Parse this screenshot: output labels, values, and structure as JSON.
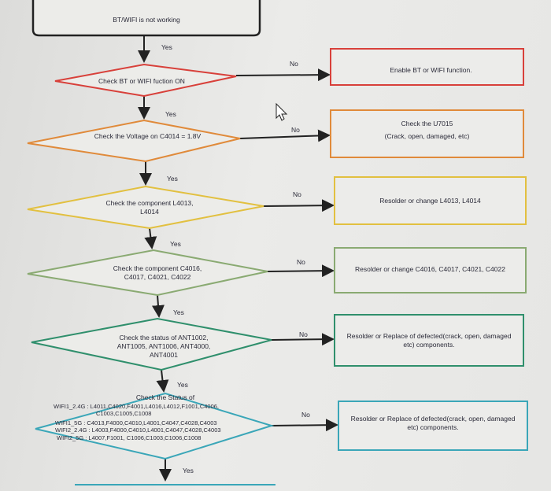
{
  "start": {
    "text": "BT/WIFI is not working"
  },
  "yes_label": "Yes",
  "no_label": "No",
  "steps": [
    {
      "decision": "Check BT or WIFI fuction ON",
      "action": "Enable BT or WIFI function.",
      "color": "#d8403a"
    },
    {
      "decision": "Check the Voltage on C4014 = 1.8V",
      "action_line1": "Check the U7015",
      "action_line2": "(Crack, open, damaged, etc)",
      "color": "#e08a3a"
    },
    {
      "decision": "Check the component L4013, L4014",
      "action": "Resolder or change L4013, L4014",
      "color": "#e2c040"
    },
    {
      "decision": "Check the component C4016, C4017, C4021, C4022",
      "action": "Resolder or change C4016, C4017, C4021, C4022",
      "color": "#8aaa72"
    },
    {
      "decision": "Check the status of ANT1002, ANT1005, ANT1006, ANT4000, ANT4001",
      "action": "Resolder or Replace of defected(crack, open, damaged etc) components.",
      "color": "#2f8f6c"
    },
    {
      "decision_title": "Check the Status of",
      "decision_lines": [
        "WIFI1_2.4G : L4011,C4020,F4001,L4016,L4012,F1001,C4006,",
        "C1003,C1005,C1008",
        "WIFI1_5G : C4013,F4000,C4010,L4001,C4047,C4028,C4003",
        "WIFI2_2.4G : L4003,F4000,C4010,L4001,C4047,C4028,C4003",
        "WIFI2_5G : L4007,F1001, C1006,C1003,C1006,C1008"
      ],
      "action": "Resolder or Replace of defected(crack, open, damaged etc) components.",
      "color": "#3aa6b8"
    }
  ]
}
